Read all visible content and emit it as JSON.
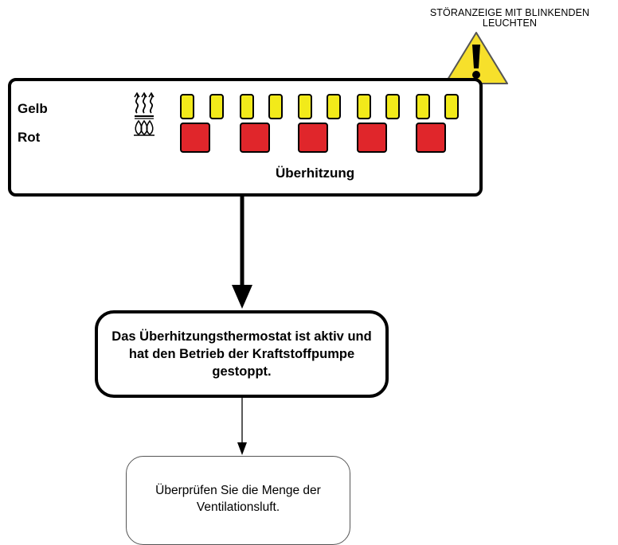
{
  "warning": {
    "label": "STÖRANZEIGE MIT BLINKENDEN LEUCHTEN",
    "icon": "warning-triangle-icon",
    "color": "#f7e02b"
  },
  "panel": {
    "yellow_label": "Gelb",
    "red_label": "Rot",
    "icon": "heater-icon",
    "status_label": "Überhitzung",
    "led_groups": 5,
    "colors": {
      "yellow": "#f2ea1a",
      "red": "#e0262b"
    }
  },
  "flow": {
    "cause": "Das Überhitzungsthermostat ist aktiv und hat den Betrieb der Kraftstoffpumpe gestoppt.",
    "action": "Überprüfen Sie die Menge der Ventilationsluft."
  }
}
